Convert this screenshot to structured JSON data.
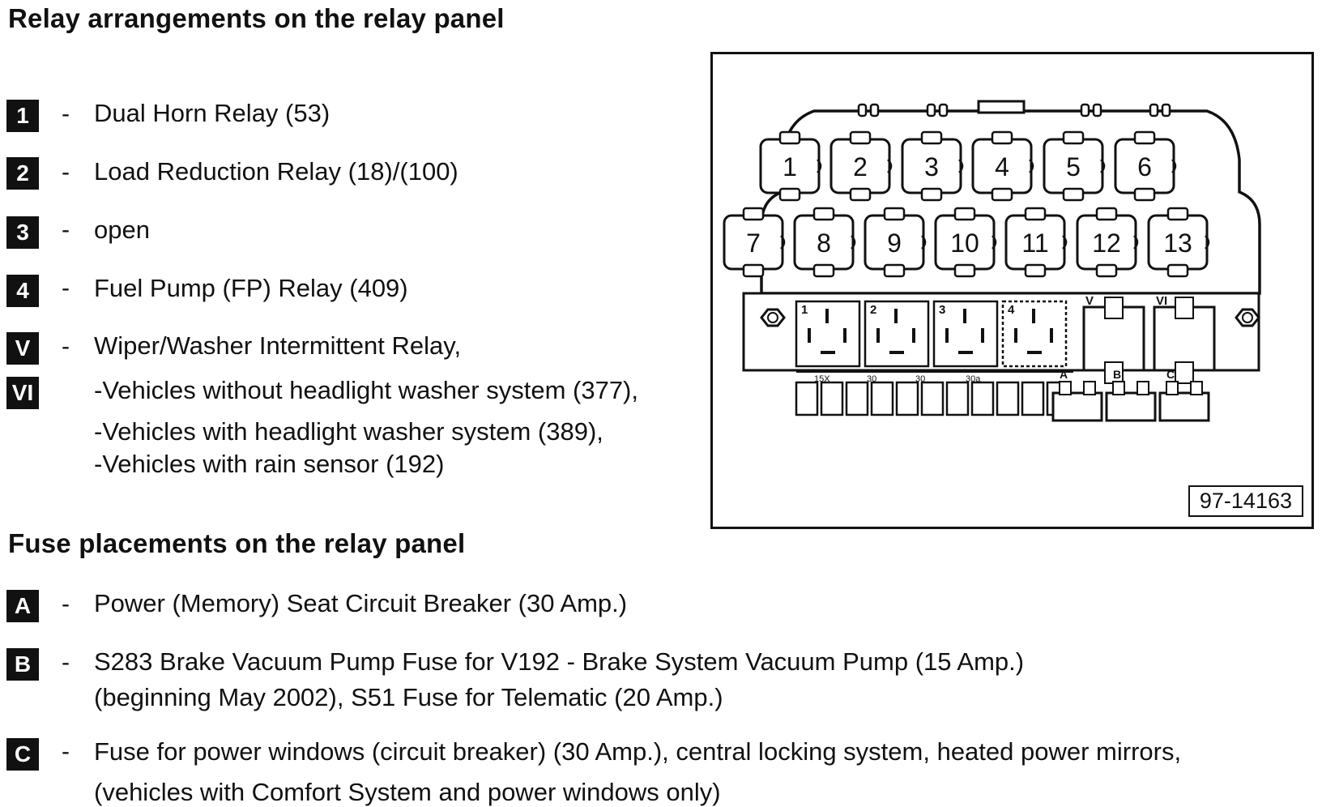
{
  "headings": {
    "relay": "Relay arrangements on the relay panel",
    "fuse": "Fuse placements on the relay panel"
  },
  "relays": [
    {
      "badge": "1",
      "text": "Dual Horn Relay (53)"
    },
    {
      "badge": "2",
      "text": "Load Reduction Relay (18)/(100)"
    },
    {
      "badge": "3",
      "text": "open"
    },
    {
      "badge": "4",
      "text": "Fuel Pump (FP) Relay (409)"
    },
    {
      "badge": "V",
      "text": "Wiper/Washer Intermittent Relay,"
    },
    {
      "badge": "VI",
      "text": "-Vehicles without headlight washer system (377),"
    }
  ],
  "relay_extra": [
    "-Vehicles with headlight washer system (389),",
    "-Vehicles with rain sensor (192)"
  ],
  "fuses": [
    {
      "badge": "A",
      "lines": [
        "Power (Memory) Seat Circuit Breaker (30 Amp.)"
      ]
    },
    {
      "badge": "B",
      "lines": [
        "S283 Brake Vacuum Pump Fuse for V192 - Brake System Vacuum Pump (15 Amp.)",
        "(beginning May 2002), S51 Fuse for Telematic (20 Amp.)"
      ]
    },
    {
      "badge": "C",
      "lines": [
        "Fuse for power windows (circuit breaker) (30 Amp.), central locking system, heated power mirrors,",
        "(vehicles with Comfort System and power windows only)"
      ]
    }
  ],
  "dash": "-",
  "diagram": {
    "ref": "97-14163",
    "top_row": [
      "1",
      "2",
      "3",
      "4",
      "5",
      "6"
    ],
    "mid_row": [
      "7",
      "8",
      "9",
      "10",
      "11",
      "12",
      "13"
    ],
    "socket_labels": [
      "V",
      "VI"
    ],
    "fuse_labels": [
      "A",
      "B",
      "C"
    ],
    "terminal_labels": [
      "15X",
      "30",
      "30",
      "30a"
    ],
    "relay_block_numbers": [
      "1",
      "2",
      "3",
      "4"
    ]
  }
}
